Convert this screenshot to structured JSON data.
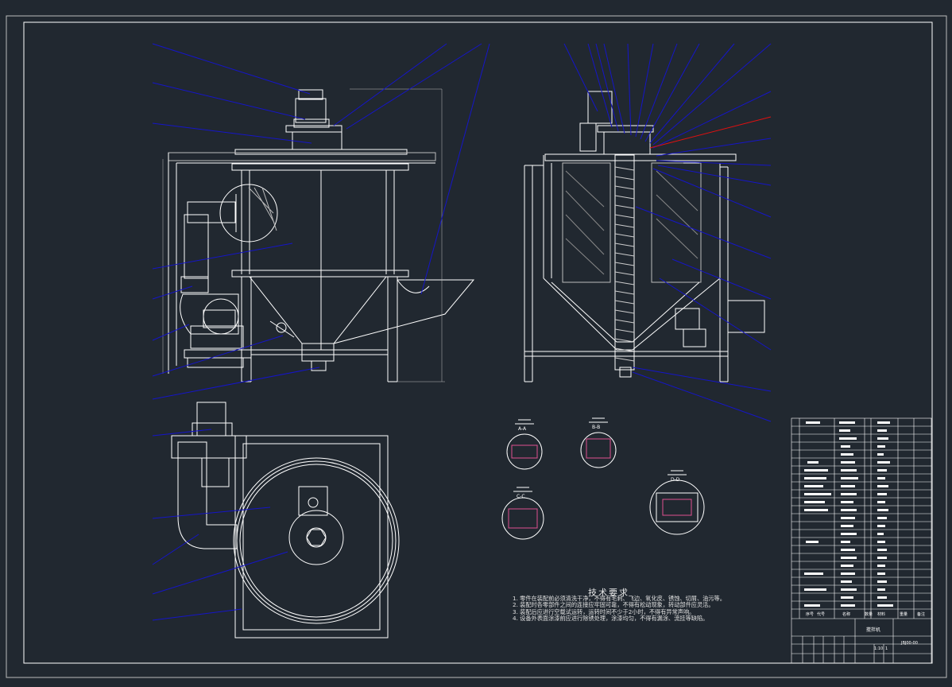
{
  "drawing": {
    "tech_requirements_title": "技术要求",
    "tech_requirements": [
      "1. 零件在装配前必须清洗干净，不得有毛刺、飞边、氧化皮、锈蚀、切屑、油污等。",
      "2. 装配时各零部件之间的连接应牢固可靠，不得有松动现象，转动部件应灵活。",
      "3. 装配后应进行空载试运转，运转时间不少于2小时，不得有异常声响。",
      "4. 设备外表面涂漆前应进行除锈处理，涂漆均匀，不得有漏涂、流挂等缺陷。"
    ],
    "section_labels": [
      "A-A",
      "B-B",
      "C-C",
      "D-D"
    ],
    "title_block": {
      "drawing_name": "搅拌机",
      "drawing_code": "JBJ00-00",
      "scale": "1:10",
      "sheet": "1",
      "header_no": "序号",
      "header_code": "代号",
      "header_name": "名称",
      "header_qty": "数量",
      "header_material": "材料",
      "header_weight": "重量",
      "header_remark": "备注"
    },
    "colors": {
      "background": "#212830",
      "lines": "#ffffff",
      "leaders": "#1515c8",
      "highlight": "#e01010",
      "hatch": "#e05090",
      "accent_yellow": "#e0e040"
    }
  }
}
